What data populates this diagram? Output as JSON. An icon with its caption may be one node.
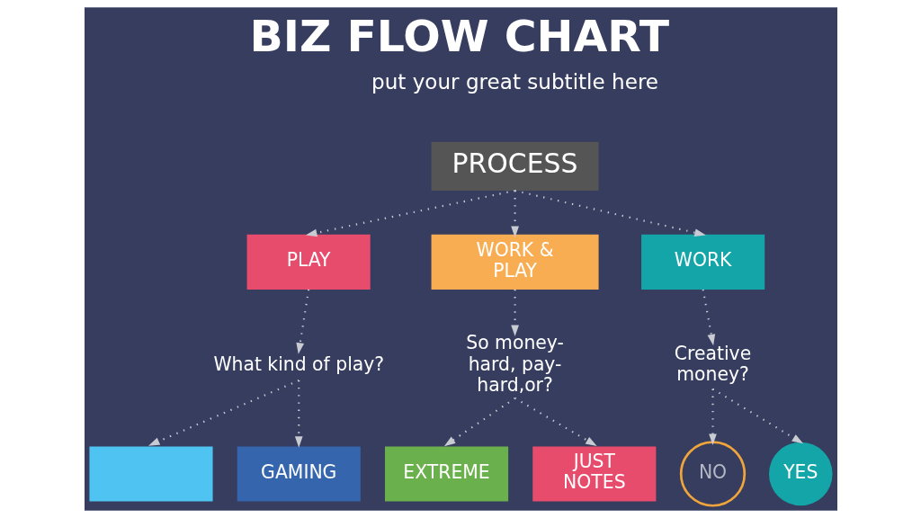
{
  "diagram": {
    "title": "BIZ FLOW CHART",
    "nodes": [
      {
        "text": [
          "PROCESS"
        ]
      },
      {
        "text": [
          "PLAY"
        ]
      },
      {
        "text": [
          "WORK & PLAY"
        ]
      },
      {
        "text": [
          "WORK"
        ]
      },
      {
        "text": [
          "What kind of play?"
        ]
      },
      {
        "text": [
          "So money- hard, pay- hard,or?"
        ]
      },
      {
        "text": [
          "Creative money?"
        ]
      },
      {
        "text": [],
        "shape": "box"
      },
      {
        "text": [
          "GAMING"
        ]
      },
      {
        "text": [
          "EXTREME"
        ]
      },
      {
        "text": [
          "JUST NOTES"
        ]
      },
      {
        "text": [
          "NO"
        ]
      },
      {
        "text": [
          "YES"
        ]
      }
    ],
    "edges": [
      {
        "from": 0,
        "to": 1,
        "arrow": "to"
      },
      {
        "from": 0,
        "to": 2,
        "arrow": "to"
      },
      {
        "from": 0,
        "to": 3,
        "arrow": "to"
      },
      {
        "from": 1,
        "to": 4,
        "arrow": "to"
      },
      {
        "from": 2,
        "to": 5,
        "arrow": "to"
      },
      {
        "from": 3,
        "to": 6,
        "arrow": "to"
      },
      {
        "from": 4,
        "to": 7,
        "arrow": "to"
      },
      {
        "from": 4,
        "to": 8,
        "arrow": "to"
      },
      {
        "from": 5,
        "to": 9,
        "arrow": "to"
      },
      {
        "from": 5,
        "to": 10,
        "arrow": "to"
      },
      {
        "from": 6,
        "to": 11,
        "arrow": "to"
      },
      {
        "from": 6,
        "to": 12,
        "arrow": "to"
      }
    ],
    "labels": [
      "put your great subtitle here"
    ]
  }
}
